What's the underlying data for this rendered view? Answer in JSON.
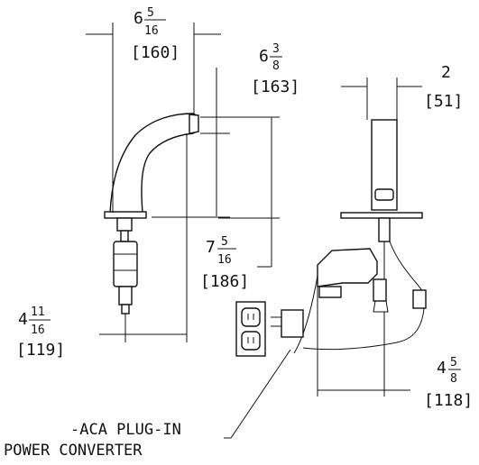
{
  "dimensions": {
    "spout_reach": {
      "whole": "6",
      "num": "5",
      "den": "16",
      "mm": "[160]"
    },
    "spout_height_total": {
      "whole": "6",
      "num": "3",
      "den": "8",
      "mm": "[163]"
    },
    "spout_body_width": {
      "whole": "2",
      "num": "",
      "den": "",
      "mm": "[51]"
    },
    "spout_clearance": {
      "whole": "7",
      "num": "5",
      "den": "16",
      "mm": "[186]"
    },
    "shank_offset": {
      "whole": "4",
      "num": "11",
      "den": "16",
      "mm": "[119]"
    },
    "converter_offset": {
      "whole": "4",
      "num": "5",
      "den": "8",
      "mm": "[118]"
    }
  },
  "callout": {
    "line1": "-ACA PLUG-IN",
    "line2": "POWER CONVERTER"
  }
}
